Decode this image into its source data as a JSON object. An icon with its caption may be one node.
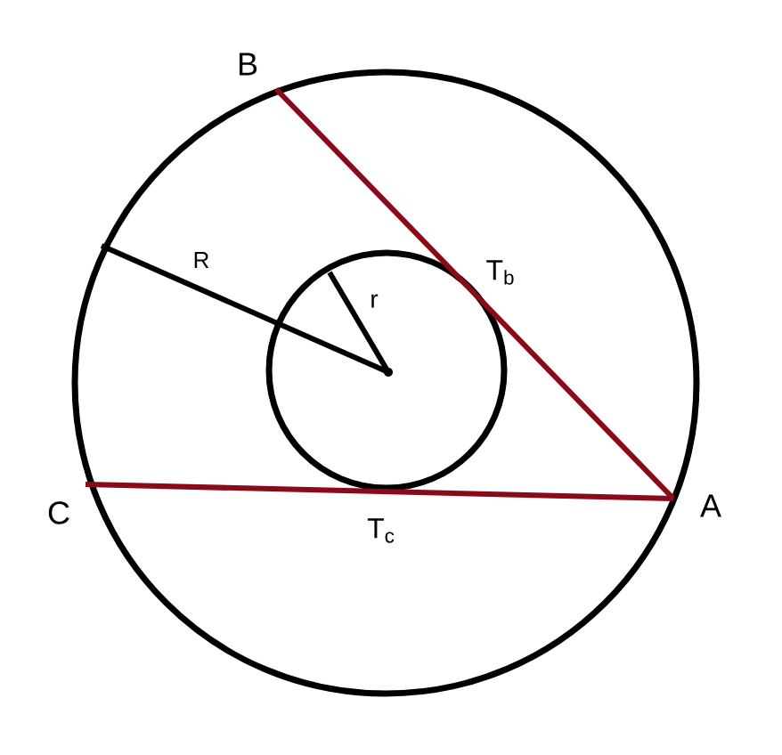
{
  "diagram": {
    "labels": [
      "B",
      "R",
      "r",
      "T$_{b}$",
      "C",
      "A",
      "T$_{c}$"
    ]
  }
}
